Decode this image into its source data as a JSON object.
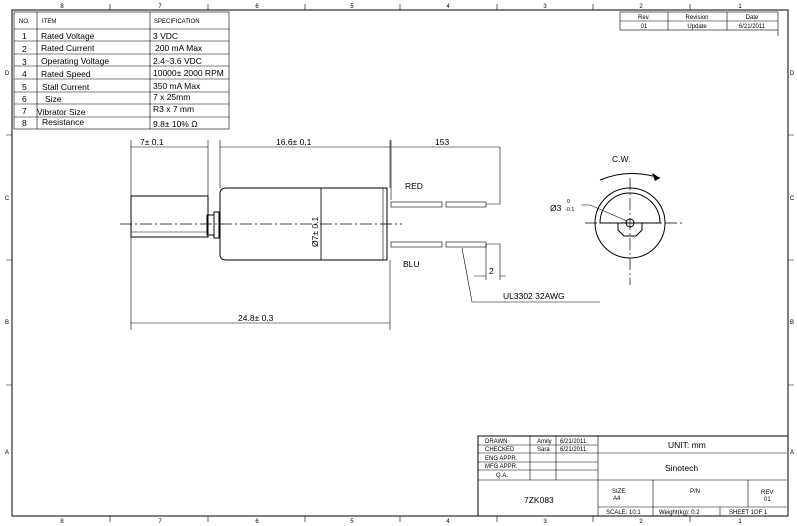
{
  "zones": {
    "columns": [
      "8",
      "7",
      "6",
      "5",
      "4",
      "3",
      "2",
      "1"
    ],
    "rows": [
      "D",
      "C",
      "B",
      "A"
    ]
  },
  "spec_table": {
    "headers": [
      "NO.",
      "ITEM",
      "SPECIFICATION"
    ],
    "rows": [
      [
        "1",
        "Rated Voltage",
        "3 VDC"
      ],
      [
        "2",
        "Rated Current",
        "200 mA Max"
      ],
      [
        "3",
        "Operating Voltage",
        "2.4~3.6 VDC"
      ],
      [
        "4",
        "Rated Speed",
        "10000± 2000 RPM"
      ],
      [
        "5",
        "Stall Current",
        "350 mA Max"
      ],
      [
        "6",
        "Size",
        "7 x 25mm"
      ],
      [
        "7",
        "Vibrator Size",
        "R3 x 7 mm"
      ],
      [
        "8",
        "Resistance",
        "9.8± 10% Ω"
      ]
    ]
  },
  "revision_table": {
    "headers": [
      "Rev.",
      "Revision",
      "Date"
    ],
    "row": [
      "01",
      "Update",
      "6/21/2011"
    ]
  },
  "drawing": {
    "dim_shaft": "7± 0.1",
    "dim_body": "16.6± 0.1",
    "dim_wire": "153",
    "dim_total": "24.8± 0.3",
    "dim_diameter": "Ø7± 0.1",
    "dim_strip": "2",
    "red_label": "RED",
    "blue_label": "BLU",
    "wire_spec": "UL3302 32AWG",
    "rotation": "C.W.",
    "shaft_dia": "Ø3",
    "tol_upper": "0",
    "tol_lower": "-0.1"
  },
  "title_block": {
    "drawn_label": "DRAWN",
    "drawn_by": "Amily",
    "drawn_date": "6/21/2011",
    "checked_label": "CHECKED",
    "checked_by": "Sara",
    "checked_date": "6/21/2011",
    "eng_label": "ENG APPR.",
    "mfg_label": "MFG APPR.",
    "qa_label": "Q.A.",
    "unit": "UNIT: mm",
    "company": "Sinotech",
    "part_no": "7ZK083",
    "size_label": "SIZE",
    "size": "A4",
    "pn_label": "P/N",
    "rev_label": "REV",
    "rev": "01",
    "scale": "SCALE: 10:1",
    "weight": "Weight(kg): 0.2",
    "sheet": "SHEET 1OF 1"
  }
}
